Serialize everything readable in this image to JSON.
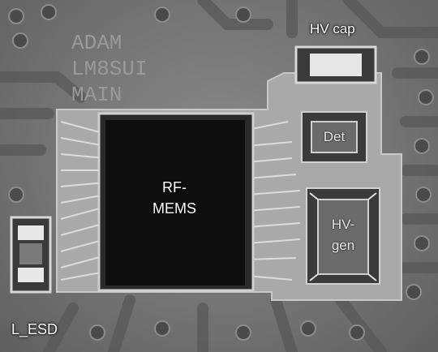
{
  "labels": {
    "hv_cap": "HV cap",
    "det": "Det",
    "rf_mems_line1": "RF-",
    "rf_mems_line2": "MEMS",
    "hv_gen_line1": "HV-",
    "hv_gen_line2": "gen",
    "l_esd": "L_ESD"
  },
  "silkscreen": {
    "line1": "ADAM",
    "line2": "LM8SUI",
    "line3": "MAIN"
  }
}
